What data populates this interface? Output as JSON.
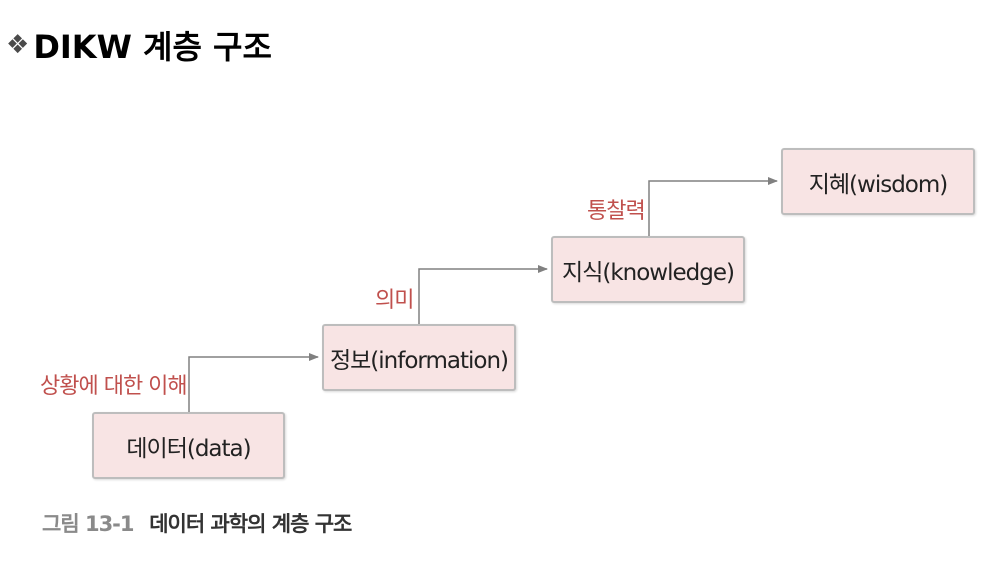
{
  "title": {
    "bullet": "❖",
    "text": "DIKW 계층 구조"
  },
  "diagram": {
    "nodes": [
      {
        "id": "data",
        "label": "데이터(data)"
      },
      {
        "id": "information",
        "label": "정보(information)"
      },
      {
        "id": "knowledge",
        "label": "지식(knowledge)"
      },
      {
        "id": "wisdom",
        "label": "지혜(wisdom)"
      }
    ],
    "edges": [
      {
        "from": "data",
        "to": "information",
        "label": "상황에 대한 이해"
      },
      {
        "from": "information",
        "to": "knowledge",
        "label": "의미"
      },
      {
        "from": "knowledge",
        "to": "wisdom",
        "label": "통찰력"
      }
    ]
  },
  "caption": {
    "number": "그림 13-1",
    "text": "데이터 과학의 계층 구조"
  },
  "colors": {
    "box_fill": "#f8e4e4",
    "box_border": "#bdbdbd",
    "edge_label": "#c0504d",
    "connector": "#808080"
  }
}
